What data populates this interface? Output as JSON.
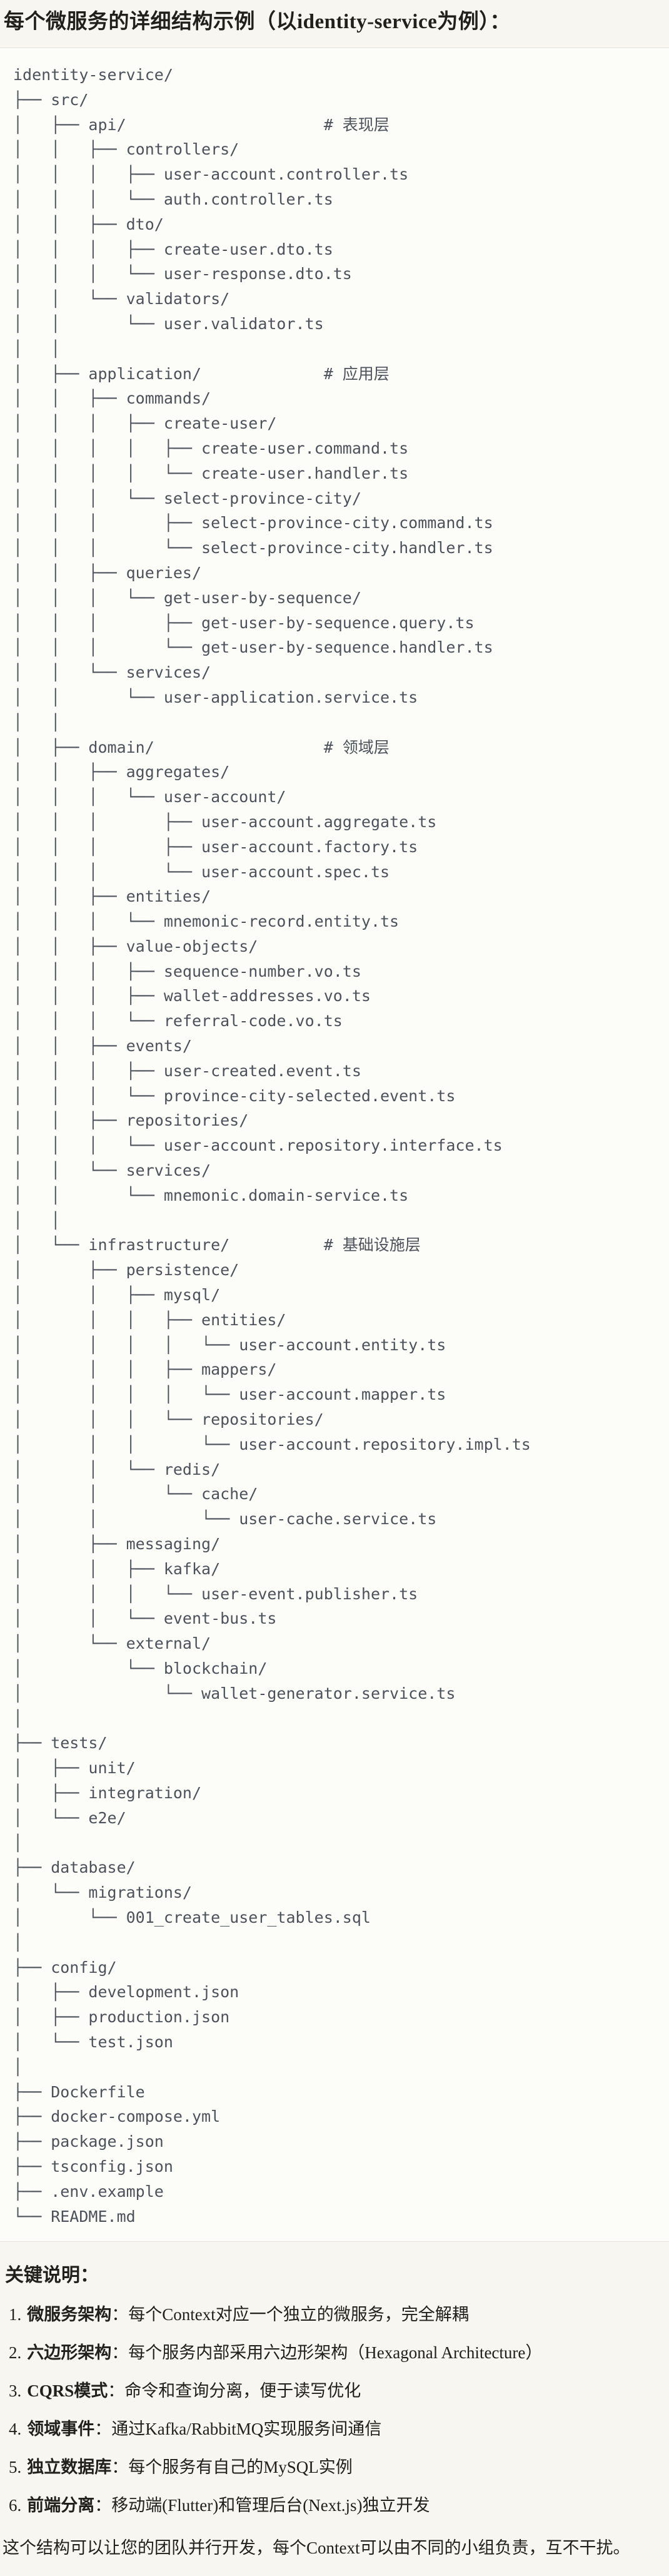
{
  "title": "每个微服务的详细结构示例（以identity-service为例）：",
  "colors": {
    "page_background": "#f8f6f1",
    "code_background": "#fcfcf9",
    "code_border": "#e5e3dc",
    "code_text": "#4d525a",
    "body_text": "#21201c"
  },
  "code_block": {
    "lines": [
      "identity-service/",
      "├── src/",
      "│   ├── api/                     # 表现层",
      "│   │   ├── controllers/",
      "│   │   │   ├── user-account.controller.ts",
      "│   │   │   └── auth.controller.ts",
      "│   │   ├── dto/",
      "│   │   │   ├── create-user.dto.ts",
      "│   │   │   └── user-response.dto.ts",
      "│   │   └── validators/",
      "│   │       └── user.validator.ts",
      "│   │",
      "│   ├── application/             # 应用层",
      "│   │   ├── commands/",
      "│   │   │   ├── create-user/",
      "│   │   │   │   ├── create-user.command.ts",
      "│   │   │   │   └── create-user.handler.ts",
      "│   │   │   └── select-province-city/",
      "│   │   │       ├── select-province-city.command.ts",
      "│   │   │       └── select-province-city.handler.ts",
      "│   │   ├── queries/",
      "│   │   │   └── get-user-by-sequence/",
      "│   │   │       ├── get-user-by-sequence.query.ts",
      "│   │   │       └── get-user-by-sequence.handler.ts",
      "│   │   └── services/",
      "│   │       └── user-application.service.ts",
      "│   │",
      "│   ├── domain/                  # 领域层",
      "│   │   ├── aggregates/",
      "│   │   │   └── user-account/",
      "│   │   │       ├── user-account.aggregate.ts",
      "│   │   │       ├── user-account.factory.ts",
      "│   │   │       └── user-account.spec.ts",
      "│   │   ├── entities/",
      "│   │   │   └── mnemonic-record.entity.ts",
      "│   │   ├── value-objects/",
      "│   │   │   ├── sequence-number.vo.ts",
      "│   │   │   ├── wallet-addresses.vo.ts",
      "│   │   │   └── referral-code.vo.ts",
      "│   │   ├── events/",
      "│   │   │   ├── user-created.event.ts",
      "│   │   │   └── province-city-selected.event.ts",
      "│   │   ├── repositories/",
      "│   │   │   └── user-account.repository.interface.ts",
      "│   │   └── services/",
      "│   │       └── mnemonic.domain-service.ts",
      "│   │",
      "│   └── infrastructure/          # 基础设施层",
      "│       ├── persistence/",
      "│       │   ├── mysql/",
      "│       │   │   ├── entities/",
      "│       │   │   │   └── user-account.entity.ts",
      "│       │   │   ├── mappers/",
      "│       │   │   │   └── user-account.mapper.ts",
      "│       │   │   └── repositories/",
      "│       │   │       └── user-account.repository.impl.ts",
      "│       │   └── redis/",
      "│       │       └── cache/",
      "│       │           └── user-cache.service.ts",
      "│       ├── messaging/",
      "│       │   ├── kafka/",
      "│       │   │   └── user-event.publisher.ts",
      "│       │   └── event-bus.ts",
      "│       └── external/",
      "│           └── blockchain/",
      "│               └── wallet-generator.service.ts",
      "│",
      "├── tests/",
      "│   ├── unit/",
      "│   ├── integration/",
      "│   └── e2e/",
      "│",
      "├── database/",
      "│   └── migrations/",
      "│       └── 001_create_user_tables.sql",
      "│",
      "├── config/",
      "│   ├── development.json",
      "│   ├── production.json",
      "│   └── test.json",
      "│",
      "├── Dockerfile",
      "├── docker-compose.yml",
      "├── package.json",
      "├── tsconfig.json",
      "├── .env.example",
      "└── README.md"
    ]
  },
  "notes": {
    "heading": "关键说明：",
    "items": [
      {
        "number": "1.",
        "term": "微服务架构",
        "desc": "：每个Context对应一个独立的微服务，完全解耦"
      },
      {
        "number": "2.",
        "term": "六边形架构",
        "desc": "：每个服务内部采用六边形架构（Hexagonal Architecture）"
      },
      {
        "number": "3.",
        "term": "CQRS模式",
        "desc": "：命令和查询分离，便于读写优化"
      },
      {
        "number": "4.",
        "term": "领域事件",
        "desc": "：通过Kafka/RabbitMQ实现服务间通信"
      },
      {
        "number": "5.",
        "term": "独立数据库",
        "desc": "：每个服务有自己的MySQL实例"
      },
      {
        "number": "6.",
        "term": "前端分离",
        "desc": "：移动端(Flutter)和管理后台(Next.js)独立开发"
      }
    ],
    "footer": "这个结构可以让您的团队并行开发，每个Context可以由不同的小组负责，互不干扰。"
  }
}
